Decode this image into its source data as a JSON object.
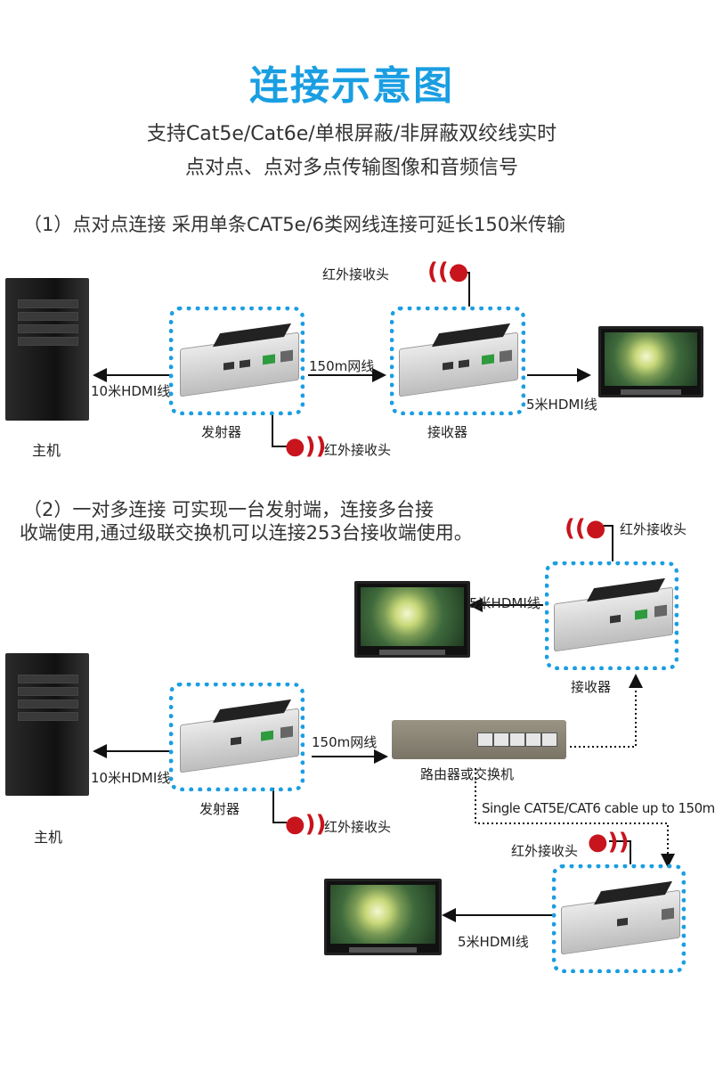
{
  "title": "连接示意图",
  "subtitle_line1": "支持Cat5e/Cat6e/单根屏蔽/非屏蔽双绞线实时",
  "subtitle_line2": "点对点、点对多点传输图像和音频信号",
  "section1": {
    "heading": "（1）点对点连接   采用单条CAT5e/6类网线连接可延长150米传输",
    "host_label": "主机",
    "hdmi_10m": "10米HDMI线",
    "transmitter_label": "发射器",
    "cable_label": "150m网线",
    "receiver_label": "接收器",
    "hdmi_5m": "5米HDMI线",
    "ir_top": "红外接收头",
    "ir_bottom": "红外接收头"
  },
  "section2": {
    "heading_line1": "（2）一对多连接   可实现一台发射端，连接多台接",
    "heading_line2": "收端使用,通过级联交换机可以连接253台接收端使用。",
    "host_label": "主机",
    "hdmi_10m": "10米HDMI线",
    "transmitter_label": "发射器",
    "cable_label": "150m网线",
    "router_label": "路由器或交换机",
    "single_cable_label": "Single CAT5E/CAT6 cable up to 150m",
    "receiver_label": "接收器",
    "hdmi_5m_top": "5米HDMI线",
    "hdmi_5m_bottom": "5米HDMI线",
    "ir_top": "红外接收头",
    "ir_tx": "红外接收头",
    "ir_bottom": "红外接收头"
  },
  "colors": {
    "accent": "#1a9ee2",
    "ir_red": "#c8141d"
  },
  "icons": [
    "computer-tower-icon",
    "extender-device-icon",
    "tv-monitor-icon",
    "ir-receiver-icon",
    "router-switch-icon",
    "arrow-icon"
  ]
}
